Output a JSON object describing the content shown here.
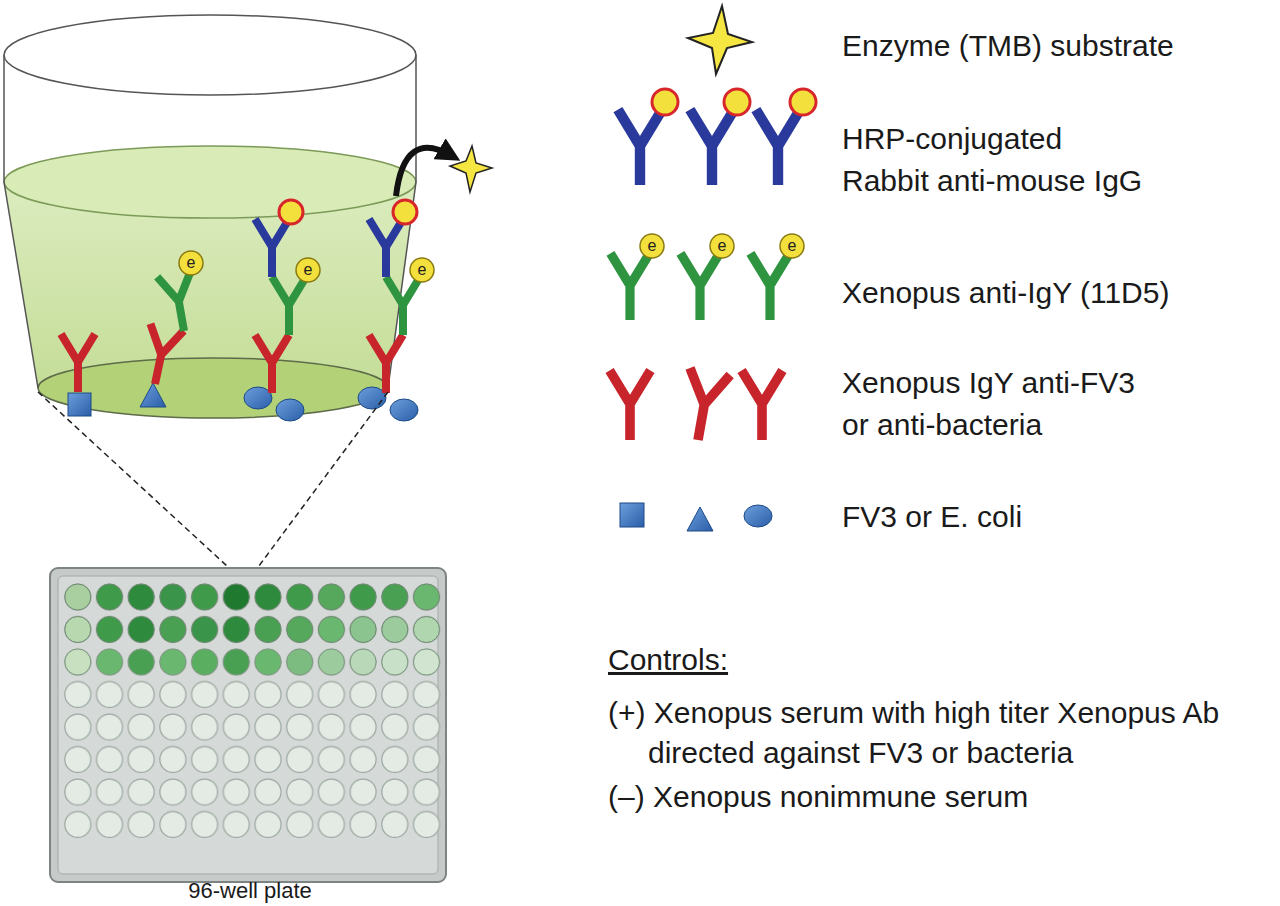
{
  "diagram": {
    "labels": [
      "e",
      "e",
      "e",
      "e",
      "e",
      "e",
      "Controls:",
      "(+) Xenopus serum with high titer Xenopus Ab directed against FV3 or bacteria",
      "(–) Xenopus nonimmune serum",
      "96-well plate"
    ],
    "legend": [
      {
        "text": "Enzyme (TMB) substrate"
      },
      {
        "text": "HRP-conjugated Rabbit anti-mouse IgG"
      },
      {
        "text": "Xenopus anti-IgY (11D5)"
      },
      {
        "text": "Xenopus IgY anti-FV3 or anti-bacteria"
      },
      {
        "text": "FV3 or E. coli"
      }
    ]
  }
}
